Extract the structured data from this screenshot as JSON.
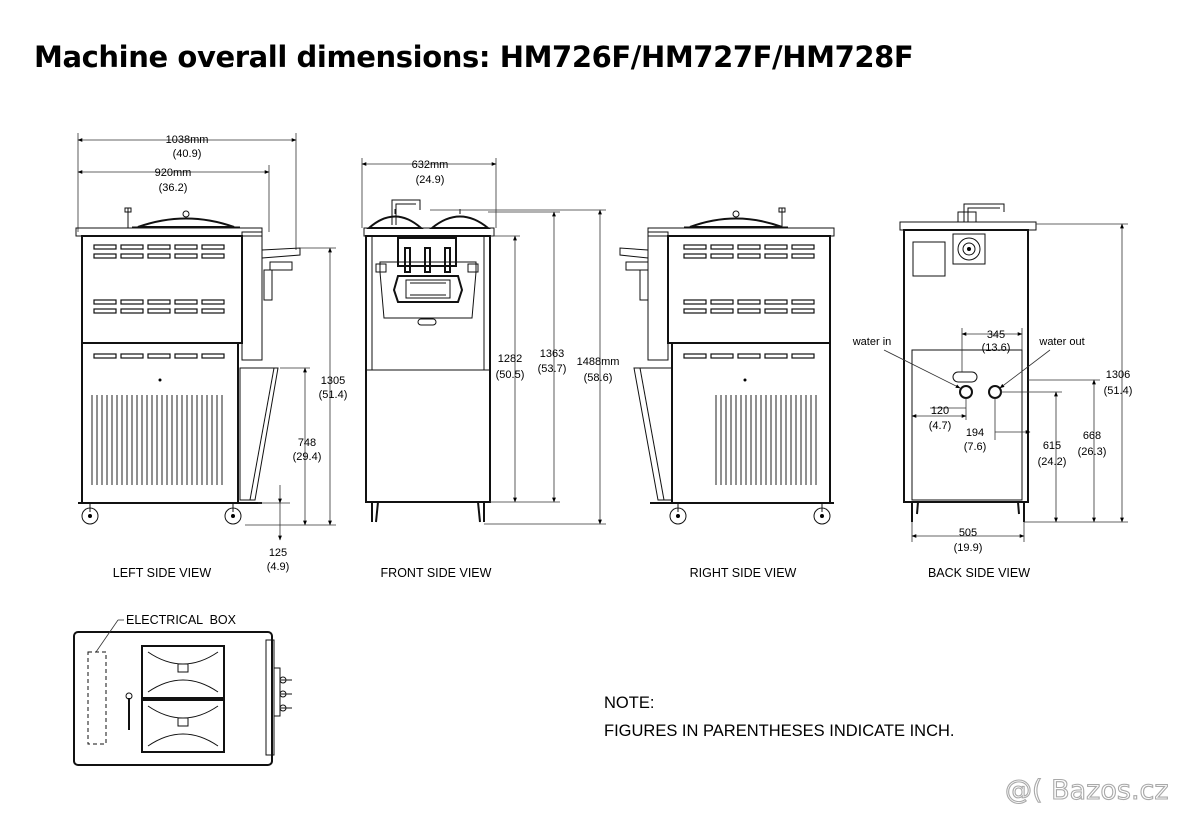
{
  "title": "Machine overall dimensions: HM726F/HM727F/HM728F",
  "views": {
    "left": "LEFT SIDE VIEW",
    "front": "FRONT SIDE VIEW",
    "right": "RIGHT SIDE VIEW",
    "back": "BACK SIDE VIEW"
  },
  "dimensions": {
    "left_width_mm": "1038mm",
    "left_width_in": "(40.9)",
    "left_inner_mm": "920mm",
    "left_inner_in": "(36.2)",
    "left_h_mm": "1305",
    "left_h_in": "(51.4)",
    "left_mid_mm": "748",
    "left_mid_in": "(29.4)",
    "left_low_mm": "125",
    "left_low_in": "(4.9)",
    "front_width_mm": "632mm",
    "front_width_in": "(24.9)",
    "front_h1_mm": "1282",
    "front_h1_in": "(50.5)",
    "front_h2_mm": "1363",
    "front_h2_in": "(53.7)",
    "front_h3_mm": "1488mm",
    "front_h3_in": "(58.6)",
    "back_345_mm": "345",
    "back_345_in": "(13.6)",
    "back_120_mm": "120",
    "back_120_in": "(4.7)",
    "back_194_mm": "194",
    "back_194_in": "(7.6)",
    "back_615_mm": "615",
    "back_615_in": "(24.2)",
    "back_668_mm": "668",
    "back_668_in": "(26.3)",
    "back_1306_mm": "1306",
    "back_1306_in": "(51.4)",
    "back_505_mm": "505",
    "back_505_in": "(19.9)"
  },
  "labels": {
    "water_in": "water in",
    "water_out": "water out",
    "electrical_box": "ELECTRICAL  BOX"
  },
  "note": {
    "line1": "NOTE:",
    "line2": "FIGURES IN PARENTHESES INDICATE INCH."
  },
  "watermark": "@( Bazos.cz"
}
